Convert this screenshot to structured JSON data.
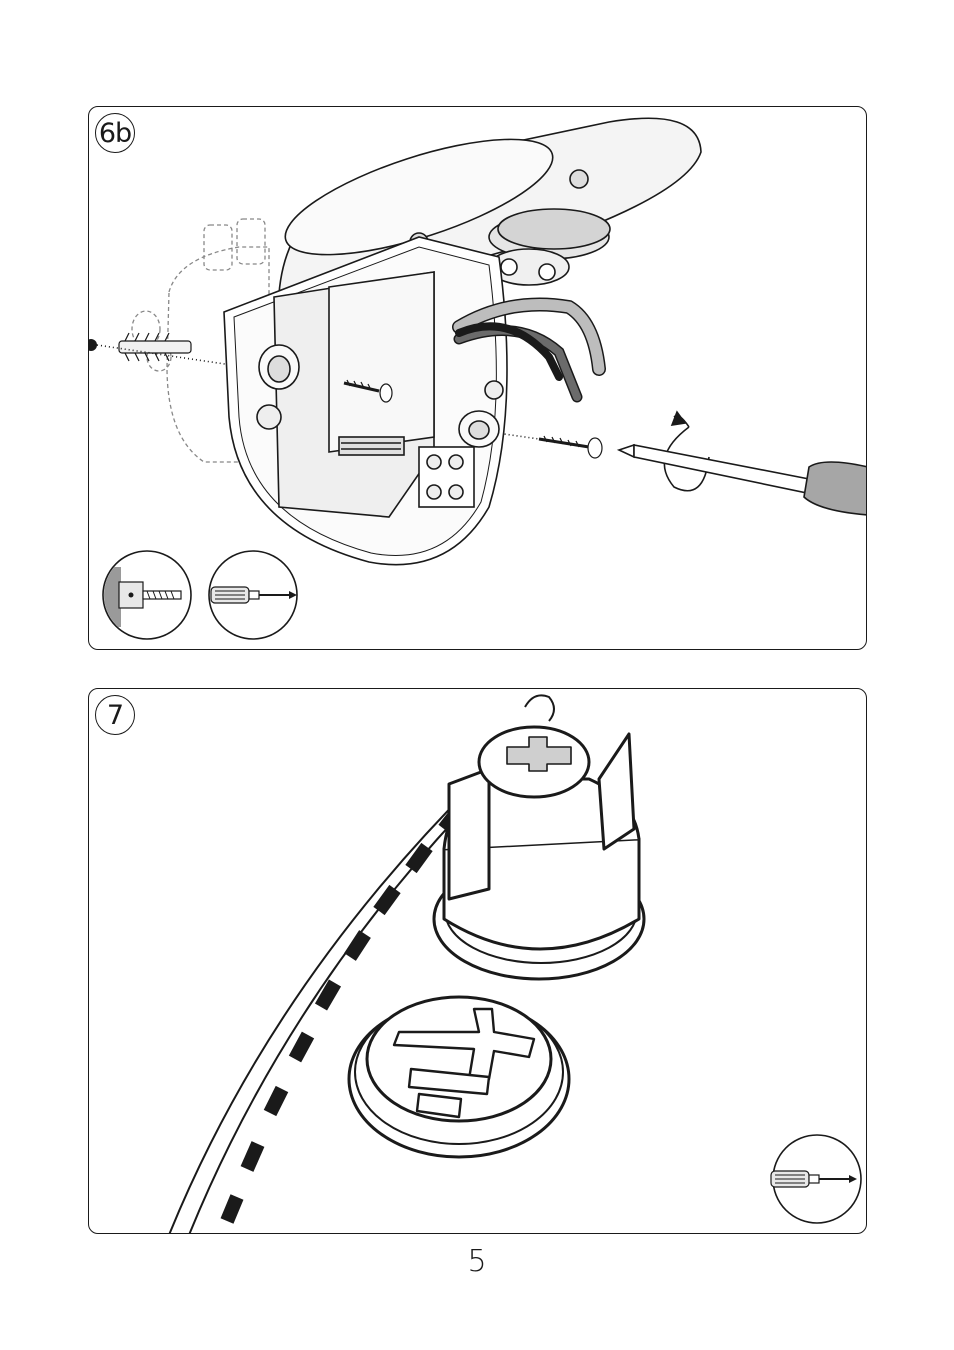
{
  "page": {
    "number": "5"
  },
  "steps": [
    {
      "label": "6b",
      "tools": [
        "drill-icon",
        "screwdriver-icon"
      ]
    },
    {
      "label": "7",
      "tools": [
        "screwdriver-icon"
      ]
    }
  ],
  "colors": {
    "line": "#1a1a1a",
    "fill_light": "#ececec",
    "fill_mid": "#c8c8c8",
    "fill_dark": "#9a9a9a",
    "handle": "#a6a6a6",
    "tape_gray": "#b8b8b8"
  }
}
